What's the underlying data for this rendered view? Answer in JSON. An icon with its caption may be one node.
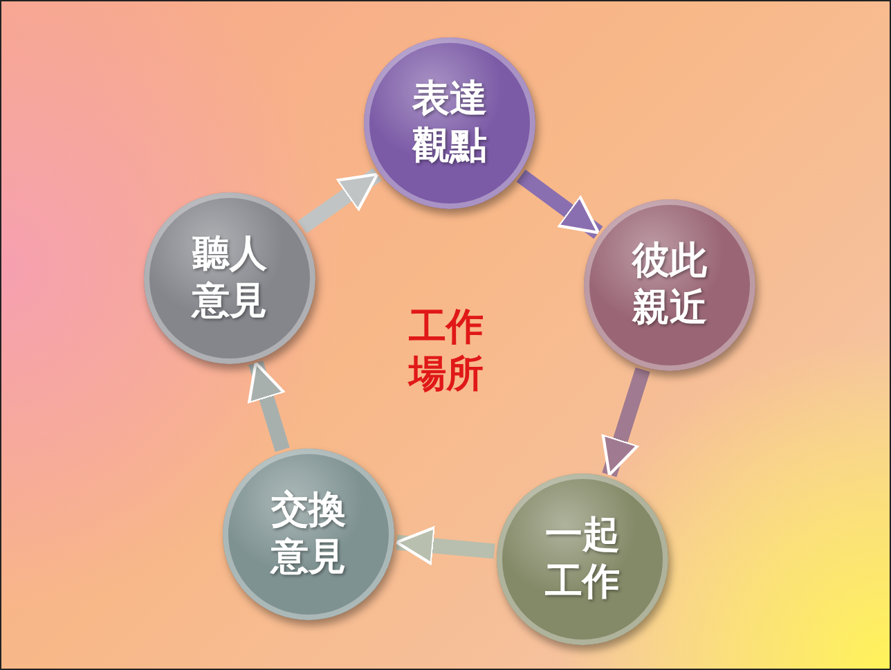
{
  "diagram": {
    "nodes": [
      {
        "text": [
          "表達觀點"
        ]
      },
      {
        "text": [
          "彼此親近"
        ]
      },
      {
        "text": [
          "一起工作"
        ]
      },
      {
        "text": [
          "交換意見"
        ]
      },
      {
        "text": [
          "聽人意見"
        ]
      }
    ],
    "edges": [
      {
        "from": 0,
        "to": 1,
        "arrow": "to",
        "color": "#8a6fb0"
      },
      {
        "from": 1,
        "to": 2,
        "arrow": "to",
        "color": "#a07a90"
      },
      {
        "from": 2,
        "to": 3,
        "arrow": "to",
        "color": "#b8bfae"
      },
      {
        "from": 3,
        "to": 4,
        "arrow": "to",
        "color": "#a8b0ae"
      },
      {
        "from": 4,
        "to": 0,
        "arrow": "to",
        "color": "#c0c4c4"
      }
    ],
    "labels": [
      "工作場所"
    ]
  }
}
